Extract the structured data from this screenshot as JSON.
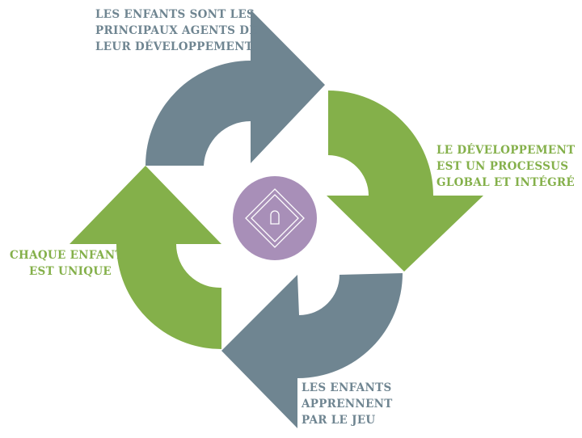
{
  "colors": {
    "slate": "#6f8591",
    "green": "#84b04a",
    "center_circle": "#a88fb8",
    "background": "#ffffff"
  },
  "center": {
    "icon": "house-outline-icon"
  },
  "labels": {
    "top": {
      "lines": [
        "LES ENFANTS SONT LES",
        "PRINCIPAUX AGENTS DE",
        "LEUR DÉVELOPPEMENT"
      ],
      "color": "#6f8591"
    },
    "right": {
      "lines": [
        "LE DÉVELOPPEMENT",
        "EST UN PROCESSUS",
        "GLOBAL ET INTÉGRÉ"
      ],
      "color": "#84b04a"
    },
    "left": {
      "lines": [
        "CHAQUE ENFANT",
        "EST UNIQUE"
      ],
      "color": "#84b04a"
    },
    "bottom": {
      "lines": [
        "LES ENFANTS",
        "APPRENNENT",
        "PAR LE JEU"
      ],
      "color": "#6f8591"
    }
  }
}
